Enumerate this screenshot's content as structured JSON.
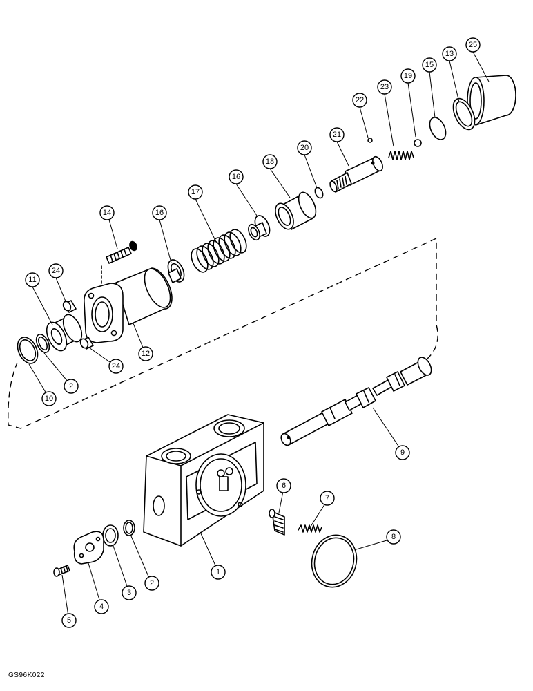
{
  "figure_code": "GS96K022",
  "callouts": [
    {
      "id": "c25",
      "label": "25"
    },
    {
      "id": "c13",
      "label": "13"
    },
    {
      "id": "c15",
      "label": "15"
    },
    {
      "id": "c19",
      "label": "19"
    },
    {
      "id": "c23",
      "label": "23"
    },
    {
      "id": "c22",
      "label": "22"
    },
    {
      "id": "c21",
      "label": "21"
    },
    {
      "id": "c20",
      "label": "20"
    },
    {
      "id": "c18",
      "label": "18"
    },
    {
      "id": "c16a",
      "label": "16"
    },
    {
      "id": "c17",
      "label": "17"
    },
    {
      "id": "c16b",
      "label": "16"
    },
    {
      "id": "c14",
      "label": "14"
    },
    {
      "id": "c11",
      "label": "11"
    },
    {
      "id": "c24a",
      "label": "24"
    },
    {
      "id": "c12",
      "label": "12"
    },
    {
      "id": "c24b",
      "label": "24"
    },
    {
      "id": "c10",
      "label": "10"
    },
    {
      "id": "c2a",
      "label": "2"
    },
    {
      "id": "c9",
      "label": "9"
    },
    {
      "id": "c6",
      "label": "6"
    },
    {
      "id": "c7",
      "label": "7"
    },
    {
      "id": "c8",
      "label": "8"
    },
    {
      "id": "c1",
      "label": "1"
    },
    {
      "id": "c2b",
      "label": "2"
    },
    {
      "id": "c3",
      "label": "3"
    },
    {
      "id": "c4",
      "label": "4"
    },
    {
      "id": "c5",
      "label": "5"
    }
  ]
}
